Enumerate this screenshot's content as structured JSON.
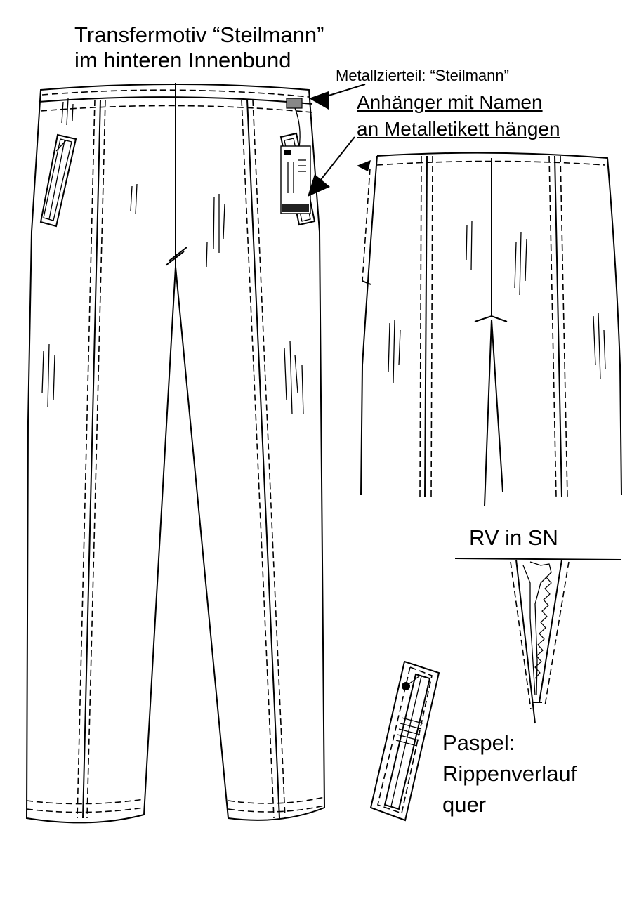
{
  "labels": {
    "transfer_line1": "Transfermotiv “Steilmann”",
    "transfer_line2": "im hinteren Innenbund",
    "metal_trim": "Metallzierteil: “Steilmann”",
    "hangtag_line1": "Anhänger mit Namen",
    "hangtag_line2": "an  Metalletikett hängen",
    "zipper": "RV in SN",
    "piping_line1": "Paspel:",
    "piping_line2": "Rippenverlauf",
    "piping_line3": "quer"
  },
  "icons": {
    "front_view": "trousers-front-icon",
    "back_view": "trousers-back-icon",
    "zipper_detail": "zipper-icon",
    "pocket_detail": "pocket-piping-icon",
    "arrow": "arrow-icon",
    "hangtag": "hangtag-icon"
  }
}
